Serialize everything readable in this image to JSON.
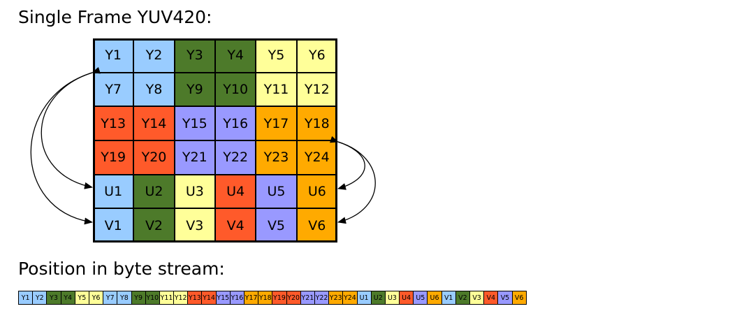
{
  "title": "Single Frame YUV420:",
  "stream_title": "Position in byte stream:",
  "colors": {
    "light_blue": "#99ccff",
    "green": "#4d7a2a",
    "yellow": "#ffff99",
    "red": "#ff5a2a",
    "purple": "#9999ff",
    "orange": "#ffaa00"
  },
  "grid": [
    [
      {
        "label": "Y1",
        "color": "light_blue"
      },
      {
        "label": "Y2",
        "color": "light_blue"
      },
      {
        "label": "Y3",
        "color": "green"
      },
      {
        "label": "Y4",
        "color": "green"
      },
      {
        "label": "Y5",
        "color": "yellow"
      },
      {
        "label": "Y6",
        "color": "yellow"
      }
    ],
    [
      {
        "label": "Y7",
        "color": "light_blue"
      },
      {
        "label": "Y8",
        "color": "light_blue"
      },
      {
        "label": "Y9",
        "color": "green"
      },
      {
        "label": "Y10",
        "color": "green"
      },
      {
        "label": "Y11",
        "color": "yellow"
      },
      {
        "label": "Y12",
        "color": "yellow"
      }
    ],
    [
      {
        "label": "Y13",
        "color": "red"
      },
      {
        "label": "Y14",
        "color": "red"
      },
      {
        "label": "Y15",
        "color": "purple"
      },
      {
        "label": "Y16",
        "color": "purple"
      },
      {
        "label": "Y17",
        "color": "orange"
      },
      {
        "label": "Y18",
        "color": "orange"
      }
    ],
    [
      {
        "label": "Y19",
        "color": "red"
      },
      {
        "label": "Y20",
        "color": "red"
      },
      {
        "label": "Y21",
        "color": "purple"
      },
      {
        "label": "Y22",
        "color": "purple"
      },
      {
        "label": "Y23",
        "color": "orange"
      },
      {
        "label": "Y24",
        "color": "orange"
      }
    ],
    [
      {
        "label": "U1",
        "color": "light_blue"
      },
      {
        "label": "U2",
        "color": "green"
      },
      {
        "label": "U3",
        "color": "yellow"
      },
      {
        "label": "U4",
        "color": "red"
      },
      {
        "label": "U5",
        "color": "purple"
      },
      {
        "label": "U6",
        "color": "orange"
      }
    ],
    [
      {
        "label": "V1",
        "color": "light_blue"
      },
      {
        "label": "V2",
        "color": "green"
      },
      {
        "label": "V3",
        "color": "yellow"
      },
      {
        "label": "V4",
        "color": "red"
      },
      {
        "label": "V5",
        "color": "purple"
      },
      {
        "label": "V6",
        "color": "orange"
      }
    ]
  ],
  "stream": [
    {
      "label": "Y1",
      "color": "light_blue"
    },
    {
      "label": "Y2",
      "color": "light_blue"
    },
    {
      "label": "Y3",
      "color": "green"
    },
    {
      "label": "Y4",
      "color": "green"
    },
    {
      "label": "Y5",
      "color": "yellow"
    },
    {
      "label": "Y6",
      "color": "yellow"
    },
    {
      "label": "Y7",
      "color": "light_blue"
    },
    {
      "label": "Y8",
      "color": "light_blue"
    },
    {
      "label": "Y9",
      "color": "green"
    },
    {
      "label": "Y10",
      "color": "green"
    },
    {
      "label": "Y11",
      "color": "yellow"
    },
    {
      "label": "Y12",
      "color": "yellow"
    },
    {
      "label": "Y13",
      "color": "red"
    },
    {
      "label": "Y14",
      "color": "red"
    },
    {
      "label": "Y15",
      "color": "purple"
    },
    {
      "label": "Y16",
      "color": "purple"
    },
    {
      "label": "Y17",
      "color": "orange"
    },
    {
      "label": "Y18",
      "color": "orange"
    },
    {
      "label": "Y19",
      "color": "red"
    },
    {
      "label": "Y20",
      "color": "red"
    },
    {
      "label": "Y21",
      "color": "purple"
    },
    {
      "label": "Y22",
      "color": "purple"
    },
    {
      "label": "Y23",
      "color": "orange"
    },
    {
      "label": "Y24",
      "color": "orange"
    },
    {
      "label": "U1",
      "color": "light_blue"
    },
    {
      "label": "U2",
      "color": "green"
    },
    {
      "label": "U3",
      "color": "yellow"
    },
    {
      "label": "U4",
      "color": "red"
    },
    {
      "label": "U5",
      "color": "purple"
    },
    {
      "label": "U6",
      "color": "orange"
    },
    {
      "label": "V1",
      "color": "light_blue"
    },
    {
      "label": "V2",
      "color": "green"
    },
    {
      "label": "V3",
      "color": "yellow"
    },
    {
      "label": "V4",
      "color": "red"
    },
    {
      "label": "V5",
      "color": "purple"
    },
    {
      "label": "V6",
      "color": "orange"
    }
  ]
}
